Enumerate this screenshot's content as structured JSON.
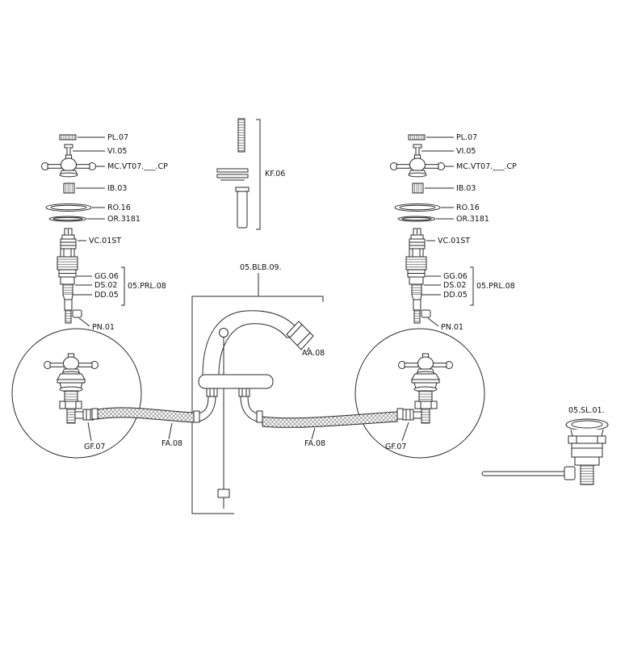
{
  "figure": {
    "background": "#ffffff",
    "line_color": "#2a2a2a",
    "description": "Exploded parts diagram of a 3-hole basin mixer tap"
  },
  "labels": {
    "pl07": "PL.07",
    "vi05": "VI.05",
    "mc_vt07": "MC.VT07.___.CP",
    "ib03": "IB.03",
    "ro16": "RO.16",
    "or3181": "OR.3181",
    "vc01st": "VC.01ST",
    "gg06": "GG.06",
    "ds02": "DS.02",
    "dd05": "DD.05",
    "prl08": "05.PRL.08",
    "pn01": "PN.01",
    "gf07": "GF.07",
    "fa08": "FA.08",
    "kf06": "KF.06",
    "blb09": "05.BLB.09.",
    "aa08": "AA.08",
    "sl01": "05.SL.01."
  }
}
